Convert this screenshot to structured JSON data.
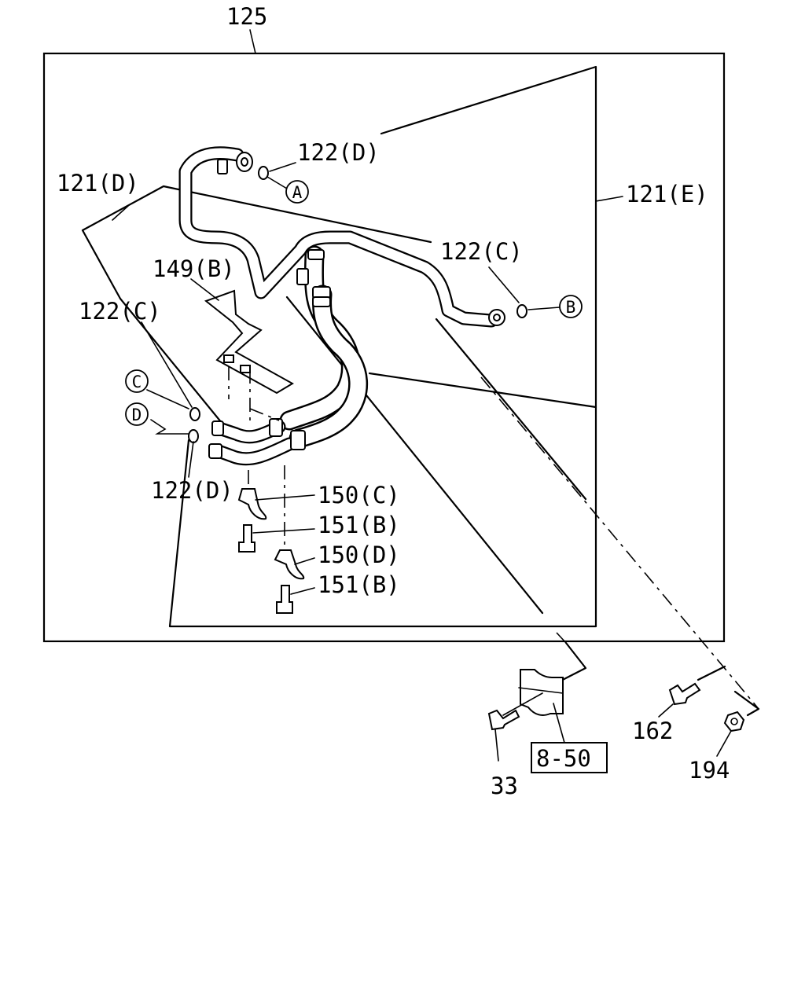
{
  "labels": {
    "assembly": "125",
    "part_121E": "121(E)",
    "part_121D": "121(D)",
    "part_122D_top": "122(D)",
    "part_122D_left": "122(D)",
    "part_122C_right": "122(C)",
    "part_122C_left": "122(C)",
    "part_149B": "149(B)",
    "part_150C": "150(C)",
    "part_150D": "150(D)",
    "part_151B_upper": "151(B)",
    "part_151B_lower": "151(B)",
    "part_33": "33",
    "part_162": "162",
    "part_194": "194",
    "ref_box": "8-50"
  },
  "callouts": {
    "a": "A",
    "b": "B",
    "c": "C",
    "d": "D"
  }
}
